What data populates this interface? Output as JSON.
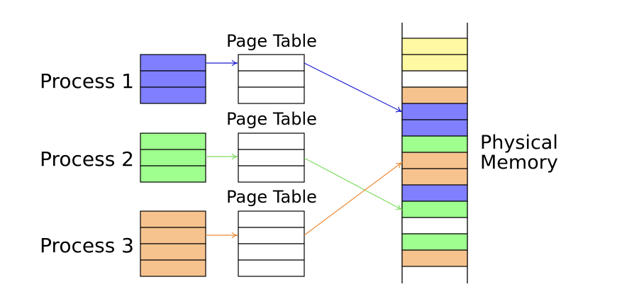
{
  "colors": {
    "blue": "#7f7fff",
    "green": "#9fff8f",
    "orange": "#f6c38f",
    "yellow": "#fff9a3",
    "white": "#ffffff",
    "arrow_blue": "#1f1fd0",
    "arrow_green": "#7ddc5f",
    "arrow_orange": "#ee8a34"
  },
  "processes": [
    {
      "label": "Process 1",
      "pages": 3,
      "color": "blue"
    },
    {
      "label": "Process 2",
      "pages": 3,
      "color": "green"
    },
    {
      "label": "Process 3",
      "pages": 4,
      "color": "orange"
    }
  ],
  "page_tables": [
    {
      "label": "Page Table",
      "entries": 3
    },
    {
      "label": "Page Table",
      "entries": 3
    },
    {
      "label": "Page Table",
      "entries": 4
    }
  ],
  "physical_memory": {
    "label_line1": "Physical",
    "label_line2": "Memory",
    "frames": [
      "yellow",
      "yellow",
      "white",
      "orange",
      "blue",
      "blue",
      "green",
      "orange",
      "orange",
      "blue",
      "green",
      "white",
      "green",
      "orange"
    ]
  },
  "mappings": [
    {
      "process": 0,
      "frame": 4,
      "color": "arrow_blue"
    },
    {
      "process": 1,
      "frame": 10,
      "color": "arrow_green"
    },
    {
      "process": 2,
      "frame": 7,
      "color": "arrow_orange"
    }
  ]
}
